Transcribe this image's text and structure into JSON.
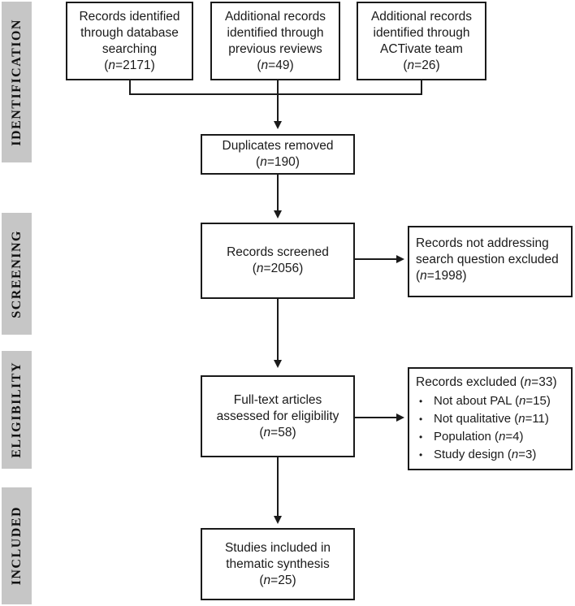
{
  "phases": {
    "identification": "IDENTIFICATION",
    "screening": "SCREENING",
    "eligibility": "ELIGIBILITY",
    "included": "INCLUDED"
  },
  "boxes": {
    "database": {
      "line1": "Records identified",
      "line2": "through database",
      "line3": "searching",
      "n_label": "n",
      "n_value": "=2171",
      "close": ""
    },
    "previous": {
      "line1": "Additional records",
      "line2": "identified through",
      "line3": "previous reviews",
      "n_label": "n",
      "n_value": "=49"
    },
    "team": {
      "line1": "Additional records",
      "line2": "identified through",
      "line3": "ACTivate team",
      "n_label": "n",
      "n_value": "=26"
    },
    "duplicates": {
      "line1": "Duplicates removed",
      "n_label": "n",
      "n_value": "=190"
    },
    "screened": {
      "line1": "Records screened",
      "n_label": "n",
      "n_value": "=2056"
    },
    "not_addressing": {
      "line1": "Records not addressing",
      "line2": "search question excluded",
      "n_label": "n",
      "n_value": "=1998"
    },
    "fulltext": {
      "line1": "Full-text articles",
      "line2": "assessed for eligibility",
      "n_label": "n",
      "n_value": "=58"
    },
    "excluded": {
      "title": "Records excluded (",
      "n_label": "n",
      "n_value": "=33",
      "close": ")",
      "items": [
        {
          "text": "Not about PAL (",
          "n_label": "n",
          "n_value": "=15",
          "close": ")"
        },
        {
          "text": "Not qualitative (",
          "n_label": "n",
          "n_value": "=11",
          "close": ")"
        },
        {
          "text": "Population (",
          "n_label": "n",
          "n_value": "=4",
          "close": ")"
        },
        {
          "text": "Study design  (",
          "n_label": "n",
          "n_value": "=3",
          "close": ")"
        }
      ]
    },
    "included": {
      "line1": "Studies included in",
      "line2": "thematic synthesis",
      "n_label": "n",
      "n_value": "=25"
    }
  },
  "paren_open": "(",
  "paren_close": ")"
}
